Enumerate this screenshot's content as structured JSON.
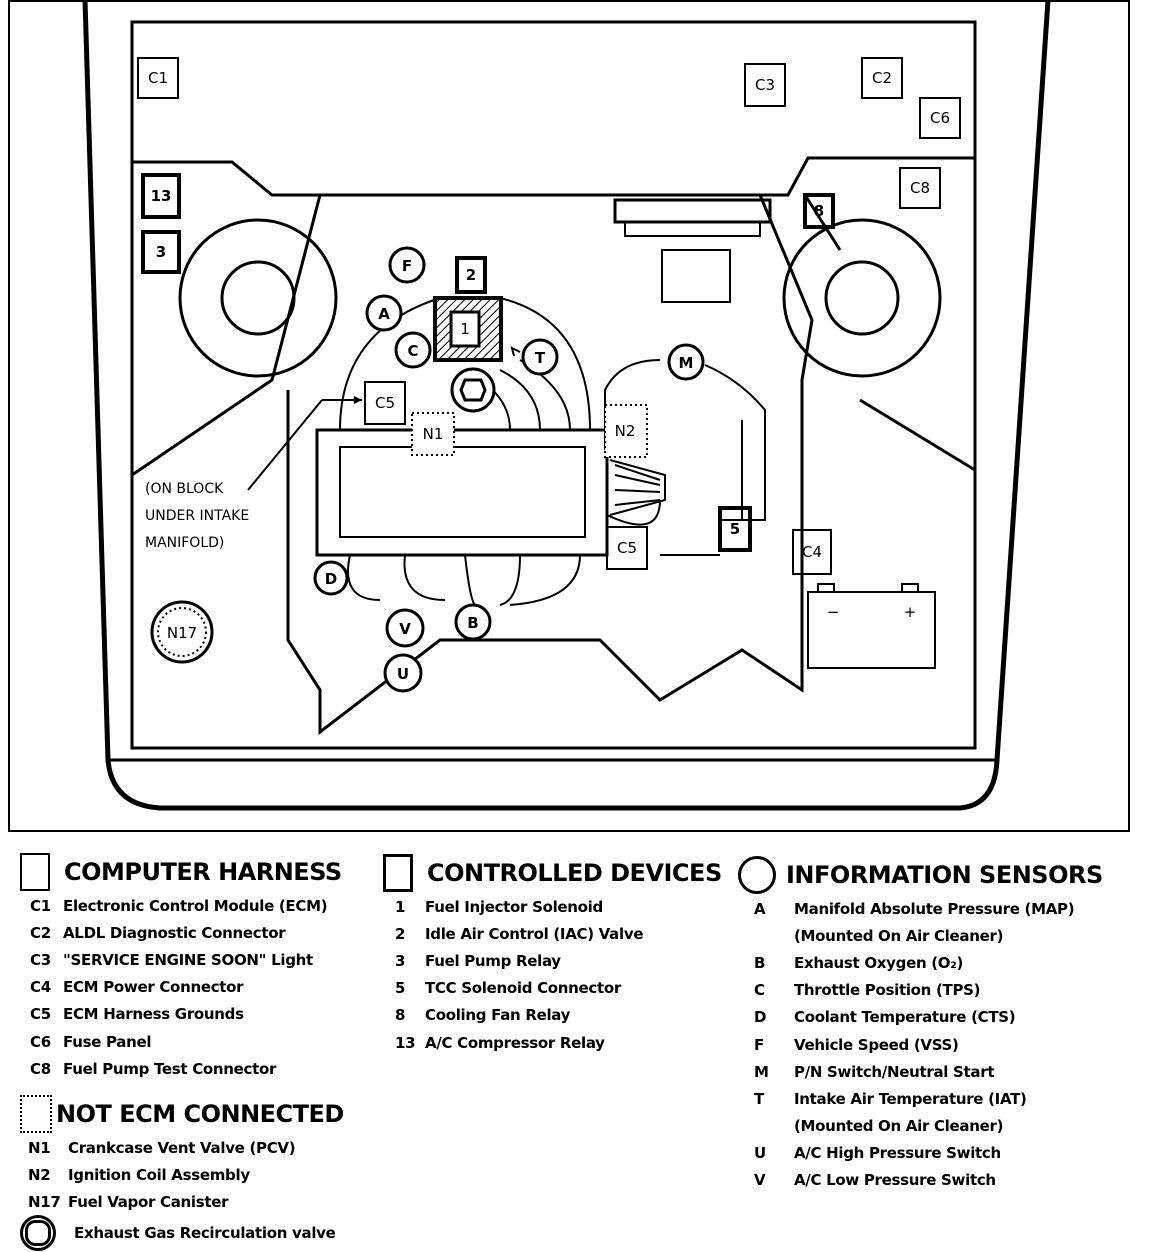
{
  "diagram": {
    "labels": {
      "C1": "C1",
      "C2": "C2",
      "C3": "C3",
      "C4": "C4",
      "C5a": "C5",
      "C5b": "C5",
      "C6": "C6",
      "C8": "C8",
      "n1": "1",
      "n2": "2",
      "n3": "3",
      "n5": "5",
      "n8": "8",
      "n13": "13",
      "A": "A",
      "B": "B",
      "C": "C",
      "D": "D",
      "F": "F",
      "M": "M",
      "T": "T",
      "U": "U",
      "V": "V",
      "N1": "N1",
      "N2": "N2",
      "N17": "N17"
    },
    "annotation": [
      "(ON BLOCK",
      "UNDER INTAKE",
      "MANIFOLD)"
    ],
    "battery": {
      "minus": "−",
      "plus": "+"
    }
  },
  "legend": {
    "computer_harness": {
      "title": "COMPUTER HARNESS",
      "items": [
        {
          "code": "C1",
          "label": "Electronic Control Module (ECM)"
        },
        {
          "code": "C2",
          "label": "ALDL Diagnostic Connector"
        },
        {
          "code": "C3",
          "label": "\"SERVICE ENGINE SOON\" Light"
        },
        {
          "code": "C4",
          "label": "ECM Power Connector"
        },
        {
          "code": "C5",
          "label": "ECM Harness Grounds"
        },
        {
          "code": "C6",
          "label": "Fuse Panel"
        },
        {
          "code": "C8",
          "label": "Fuel Pump Test Connector"
        }
      ]
    },
    "not_ecm_connected": {
      "title": "NOT ECM CONNECTED",
      "items": [
        {
          "code": "N1",
          "label": "Crankcase Vent Valve (PCV)"
        },
        {
          "code": "N2",
          "label": "Ignition Coil Assembly"
        },
        {
          "code": "N17",
          "label": "Fuel Vapor Canister"
        }
      ]
    },
    "egr": {
      "label": "Exhaust Gas Recirculation valve"
    },
    "controlled_devices": {
      "title": "CONTROLLED DEVICES",
      "items": [
        {
          "code": "1",
          "label": "Fuel Injector Solenoid"
        },
        {
          "code": "2",
          "label": "Idle Air Control (IAC) Valve"
        },
        {
          "code": "3",
          "label": "Fuel Pump Relay"
        },
        {
          "code": "5",
          "label": "TCC Solenoid Connector"
        },
        {
          "code": "8",
          "label": "Cooling Fan Relay"
        },
        {
          "code": "13",
          "label": "A/C Compressor Relay"
        }
      ]
    },
    "information_sensors": {
      "title": "INFORMATION SENSORS",
      "items": [
        {
          "code": "A",
          "label": "Manifold Absolute Pressure (MAP)"
        },
        {
          "code": "",
          "label": "(Mounted On Air Cleaner)"
        },
        {
          "code": "B",
          "label": "Exhaust Oxygen (O₂)"
        },
        {
          "code": "C",
          "label": "Throttle Position (TPS)"
        },
        {
          "code": "D",
          "label": "Coolant Temperature (CTS)"
        },
        {
          "code": "F",
          "label": "Vehicle Speed (VSS)"
        },
        {
          "code": "M",
          "label": "P/N Switch/Neutral Start"
        },
        {
          "code": "T",
          "label": "Intake Air Temperature (IAT)"
        },
        {
          "code": "",
          "label": "(Mounted On Air Cleaner)"
        },
        {
          "code": "U",
          "label": "A/C High Pressure Switch"
        },
        {
          "code": "V",
          "label": "A/C Low Pressure Switch"
        }
      ]
    }
  }
}
